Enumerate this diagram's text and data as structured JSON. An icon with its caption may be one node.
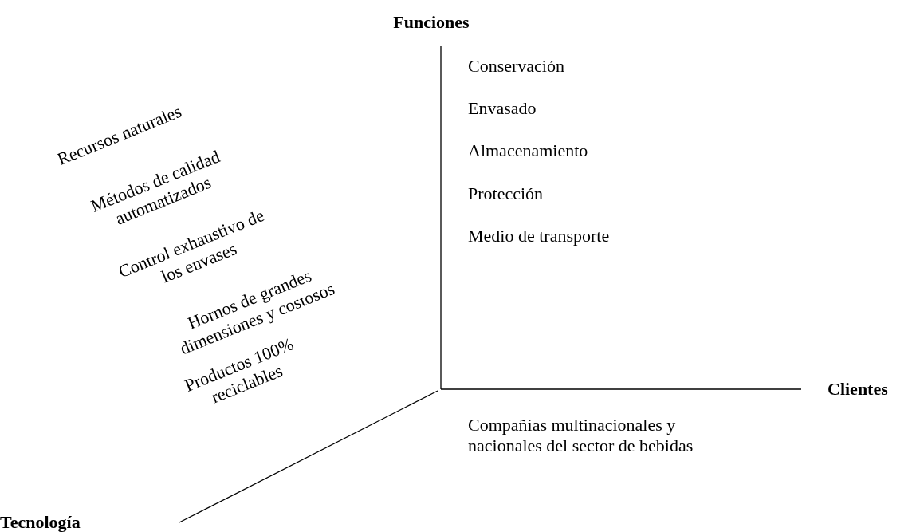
{
  "diagram": {
    "labels": [
      "Funciones",
      "Conservación",
      "Envasado",
      "Almacenamiento",
      "Protección",
      "Medio de transporte",
      "Recursos naturales",
      "Métodos de calidad automatizados",
      "Control exhaustivo de los envases",
      "Hornos de grandes dimensiones y costosos",
      "Productos 100% reciclables",
      "Clientes",
      "Compañías multinacionales y nacionales del sector de bebidas",
      "Tecnología"
    ]
  }
}
